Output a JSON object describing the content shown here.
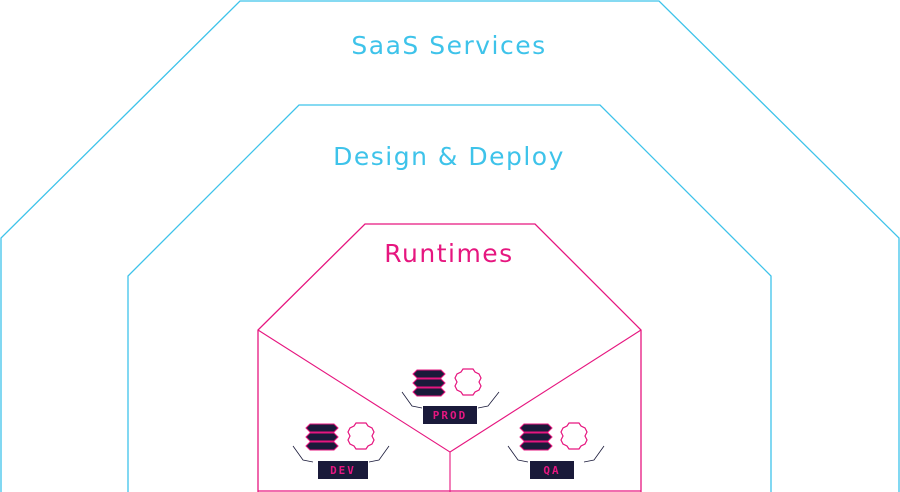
{
  "colors": {
    "outer_stroke": "#3ec3ea",
    "runtime_stroke": "#e6167f",
    "label_fill": "#1a1a3a",
    "db_fill": "#1a1a3a"
  },
  "layers": {
    "saas": {
      "title": "SaaS Services"
    },
    "design": {
      "title": "Design & Deploy"
    },
    "runtimes": {
      "title": "Runtimes"
    }
  },
  "environments": [
    {
      "label": "PROD",
      "icons": [
        "database-stack-icon",
        "gear-icon"
      ]
    },
    {
      "label": "DEV",
      "icons": [
        "database-stack-icon",
        "gear-icon"
      ]
    },
    {
      "label": "QA",
      "icons": [
        "database-stack-icon",
        "gear-icon"
      ]
    }
  ]
}
